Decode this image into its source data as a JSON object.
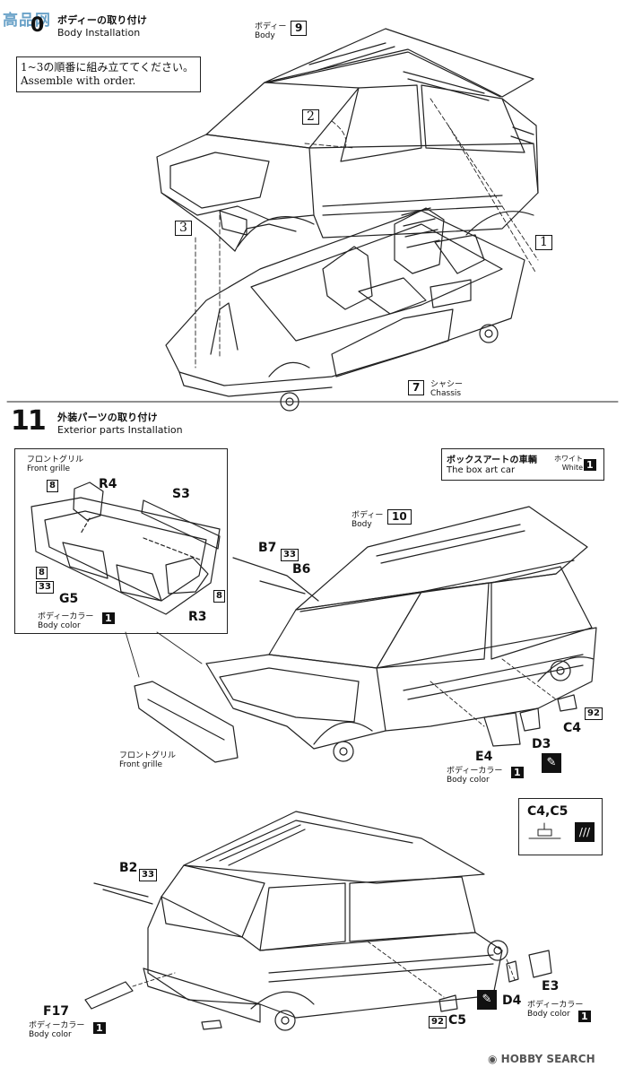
{
  "watermark_top": "高品网",
  "step10": {
    "title_jp": "ボディーの取り付け",
    "title_en": "Body Installation",
    "note_jp": "1~3の順番に組み立ててください。",
    "note_en": "Assemble with order.",
    "body_jp": "ボディー",
    "body_en": "Body",
    "body_num": "9",
    "chassis_jp": "シャシー",
    "chassis_en": "Chassis",
    "chassis_num": "7",
    "order_1": "1",
    "order_2": "2",
    "order_3": "3"
  },
  "step11": {
    "number": "11",
    "title_jp": "外装パーツの取り付け",
    "title_en": "Exterior parts Installation",
    "boxart_jp": "ボックスアートの車輌",
    "boxart_en": "The box art car",
    "white_jp": "ホワイト",
    "white_en": "White",
    "white_num": "1",
    "grille_jp": "フロントグリル",
    "grille_en": "Front grille",
    "grille_jp2": "フロントグリル",
    "grille_en2": "Front grille",
    "bodycolor_jp": "ボディーカラー",
    "bodycolor_en": "Body color",
    "body_jp": "ボディー",
    "body_en": "Body",
    "body_num": "10",
    "parts": {
      "R4": "R4",
      "S3": "S3",
      "G5": "G5",
      "R3": "R3",
      "B7": "B7",
      "B6": "B6",
      "E4": "E4",
      "D3": "D3",
      "C4": "C4",
      "C4C5": "C4,C5",
      "B2": "B2",
      "F17": "F17",
      "D4": "D4",
      "E3": "E3",
      "C5": "C5"
    },
    "colors": {
      "c8": "8",
      "c33": "33",
      "c1": "1",
      "c92": "92"
    }
  },
  "watermark_bottom": "HOBBY SEARCH"
}
